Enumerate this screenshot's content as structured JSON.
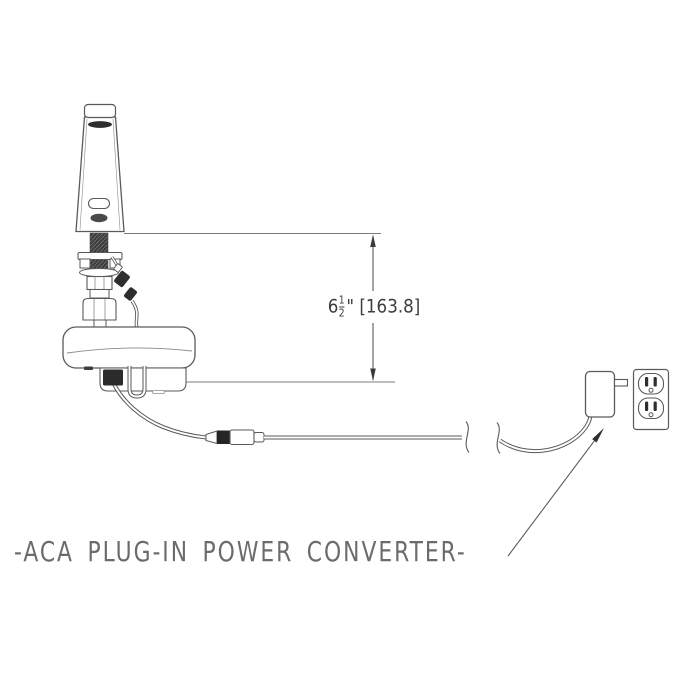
{
  "background": "#ffffff",
  "colors": {
    "line": "#5a5a5a",
    "dark_fill": "#2e2e2e",
    "dimension_text": "#3d3d3d",
    "callout_text": "#6b6b6b"
  },
  "dimension": {
    "whole": "6",
    "numerator": "1",
    "denominator": "2",
    "unit_mark": "\"",
    "metric": "[163.8]"
  },
  "callout": {
    "label": "-ACA PLUG-IN POWER CONVERTER-"
  },
  "parts": [
    "sensor-faucet",
    "deck-mount-hardware",
    "control-box",
    "sensor-cable",
    "power-cable",
    "inline-connector",
    "cable-break-marks",
    "plug-in-power-converter",
    "duplex-wall-outlet",
    "dimension-lines",
    "callout-leader"
  ]
}
